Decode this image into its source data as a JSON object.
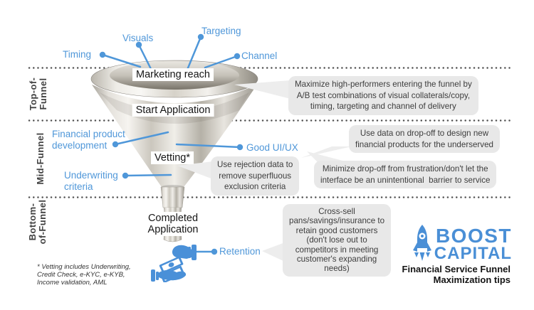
{
  "title": "Financial Service Funnel Maximization tips",
  "sections": [
    {
      "id": "top-of-funnel",
      "label": [
        "Top-of-",
        "Funnel"
      ]
    },
    {
      "id": "mid-funnel",
      "label": [
        "Mid-Funnel"
      ]
    },
    {
      "id": "bottom-of-funnel",
      "label": [
        "Bottom-",
        "of-Funnel"
      ]
    }
  ],
  "stages": {
    "marketing_reach": "Marketing reach",
    "start_application": "Start Application",
    "vetting": "Vetting*",
    "completed_application": [
      "Completed",
      "Application"
    ]
  },
  "drivers": {
    "timing": "Timing",
    "visuals": "Visuals",
    "targeting": "Targeting",
    "channel": "Channel",
    "financial_product_development": [
      "Financial product",
      "development"
    ],
    "good_ui_ux": "Good UI/UX",
    "underwriting_criteria": [
      "Underwriting",
      "criteria"
    ],
    "retention": "Retention"
  },
  "callouts": {
    "marketing": [
      "Maximize high-performers entering the funnel by",
      "A/B test combinations of visual collaterals/copy,",
      "timing, targeting and channel of delivery"
    ],
    "product": [
      "Use data on drop-off to design new",
      "financial products for the underserved"
    ],
    "rejection": [
      "Use rejection data to",
      "remove superfluous",
      "exclusion criteria"
    ],
    "interface": [
      "Minimize drop-off from frustration/don't let the",
      "interface be an unintentional  barrier to service"
    ],
    "cross_sell": [
      "Cross-sell",
      "pans/savings/insurance to",
      "retain good customers",
      "(don't lose out to",
      "competitors in meeting",
      "customer's expanding",
      "needs)"
    ]
  },
  "footnote": [
    "* Vetting includes Underwriting,",
    "Credit Check, e-KYC, e-KYB,",
    "Income validation, AML"
  ],
  "logo": {
    "brand_top": "BOOST",
    "brand_bottom": "CAPITAL",
    "tagline": [
      "Financial Service Funnel",
      "Maximization tips"
    ]
  },
  "icons": {
    "logo": "rocket-icon",
    "retention": "hand-giving-money-icon"
  },
  "colors": {
    "accent_blue": "#4f97d9",
    "logo_blue": "#4a8fd6",
    "callout_bg": "#e8e8e8",
    "callout_text": "#3d3d3d",
    "section_label": "#414141",
    "divider_dot": "#4d4d4d"
  }
}
